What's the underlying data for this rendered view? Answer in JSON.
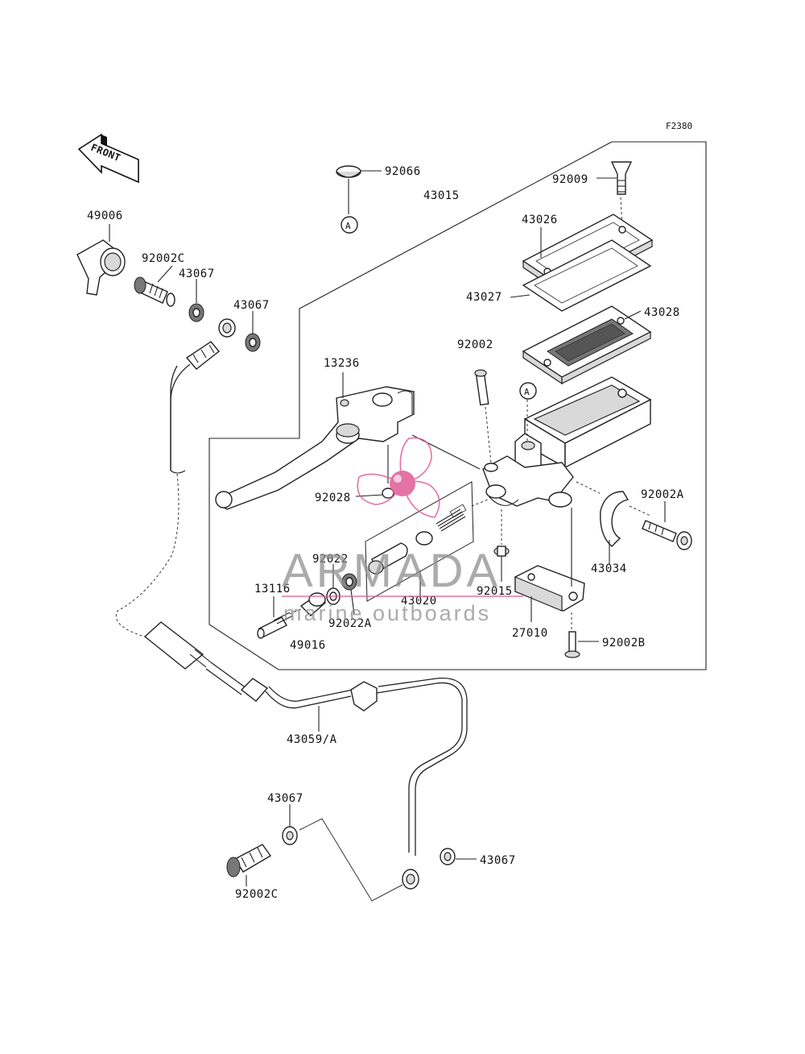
{
  "diagram": {
    "code": "F2380",
    "front_label": "FRONT",
    "ref_marker": "A",
    "parts": [
      "92066",
      "43015",
      "92009",
      "43026",
      "43027",
      "43028",
      "92002",
      "13236",
      "92028",
      "92002A",
      "43034",
      "92022",
      "43020",
      "92015",
      "27010",
      "92002B",
      "13116",
      "92022A",
      "49016",
      "49006",
      "92002C",
      "43067",
      "43067",
      "43059/A",
      "43067",
      "43067",
      "92002C"
    ]
  },
  "watermark": {
    "brand": "ARMADA",
    "tagline": "marine outboards",
    "color": "#e05a96"
  }
}
